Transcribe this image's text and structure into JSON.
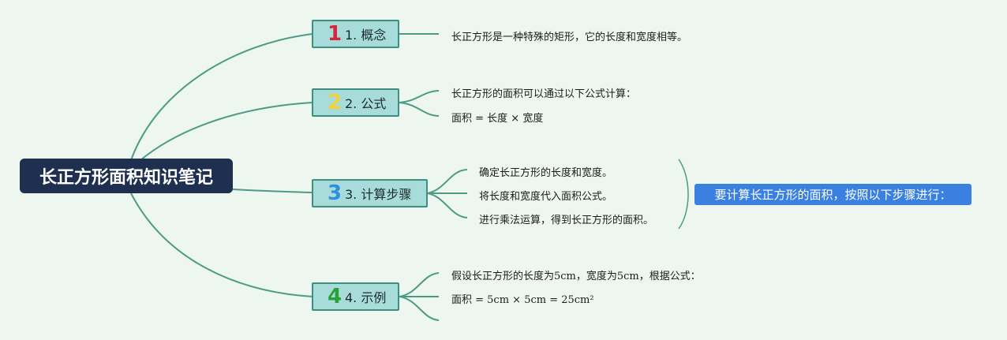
{
  "root": {
    "title": "长正方形面积知识笔记"
  },
  "branches": [
    {
      "badge": "1",
      "badge_color": "#d6263f",
      "label": "1. 概念",
      "items": [
        "长正方形是一种特殊的矩形，它的长度和宽度相等。"
      ]
    },
    {
      "badge": "2",
      "badge_color": "#f2d13a",
      "label": "2. 公式",
      "items": [
        "长正方形的面积可以通过以下公式计算：",
        "面积 = 长度 × 宽度"
      ]
    },
    {
      "badge": "3",
      "badge_color": "#2f8fde",
      "label": "3. 计算步骤",
      "items": [
        "确定长正方形的长度和宽度。",
        "将长度和宽度代入面积公式。",
        "进行乘法运算，得到长正方形的面积。"
      ]
    },
    {
      "badge": "4",
      "badge_color": "#2aa038",
      "label": "4. 示例",
      "items": [
        "假设长正方形的长度为5cm，宽度为5cm，根据公式：",
        "面积 = 5cm × 5cm = 25cm²"
      ]
    }
  ],
  "summary": {
    "label": "要计算长正方形的面积，按照以下步骤进行："
  },
  "colors": {
    "background": "#eef7ef",
    "line": "#4c9a88",
    "root": "#1e2f4f",
    "branch": "#a8dcdb",
    "callout": "#3a80e0"
  }
}
